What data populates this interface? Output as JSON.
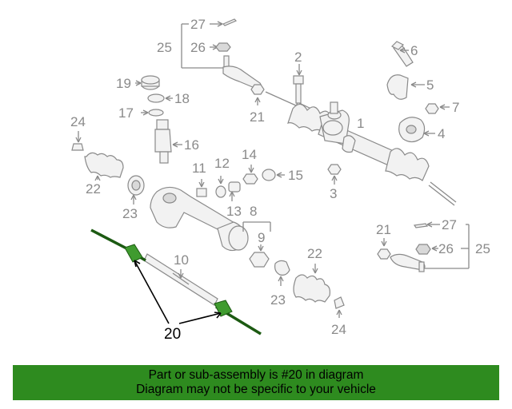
{
  "labels": {
    "l1": "1",
    "l2": "2",
    "l3": "3",
    "l4": "4",
    "l5": "5",
    "l6": "6",
    "l7": "7",
    "l8": "8",
    "l9": "9",
    "l10": "10",
    "l11": "11",
    "l12": "12",
    "l13": "13",
    "l14": "14",
    "l15": "15",
    "l16": "16",
    "l17": "17",
    "l18": "18",
    "l19": "19",
    "l20": "20",
    "l21a": "21",
    "l21b": "21",
    "l22a": "22",
    "l22b": "22",
    "l23a": "23",
    "l23b": "23",
    "l24a": "24",
    "l24b": "24",
    "l25a": "25",
    "l25b": "25",
    "l26a": "26",
    "l26b": "26",
    "l27a": "27",
    "l27b": "27"
  },
  "banner": {
    "line1": "Part or sub-assembly is #20 in diagram",
    "line2": "Diagram may not be specific to your vehicle"
  },
  "colors": {
    "banner": "#2e8b1f",
    "highlight": "#3f9b2f",
    "parts": "#8a8a8a"
  }
}
